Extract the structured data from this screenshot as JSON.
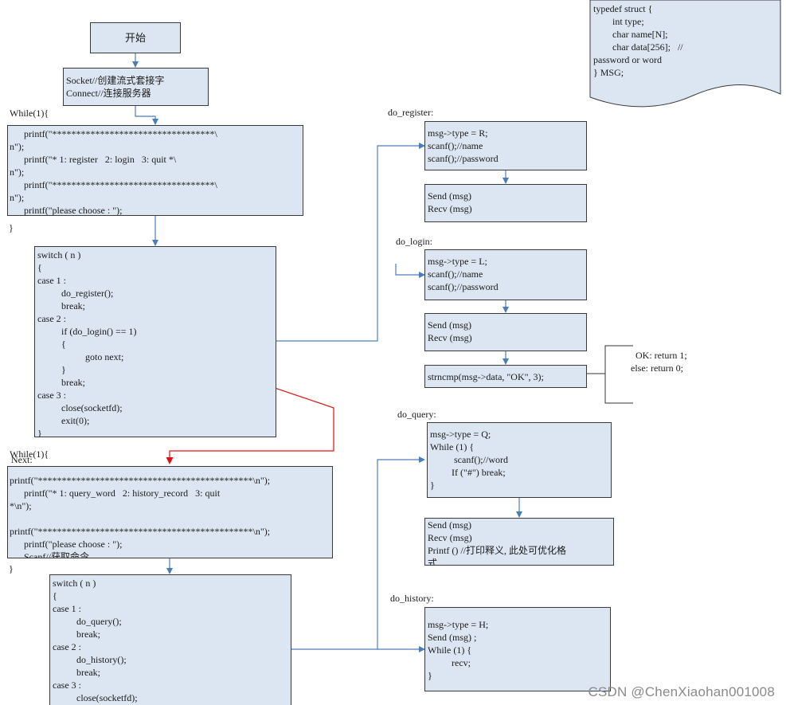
{
  "start": {
    "label": "开始"
  },
  "socket_box": {
    "text": "Socket//创建流式套接字\nConnect//连接服务器"
  },
  "loop1": {
    "header": "While(1){",
    "body": "      printf(\"**********************************\\\nn\");\n      printf(\"* 1: register   2: login   3: quit *\\\nn\");\n      printf(\"**********************************\\\nn\");\n      printf(\"please choose : \");\n      Scanf//获取命令",
    "close": "}"
  },
  "switch1": {
    "text": "switch ( n )\n{\ncase 1 :\n          do_register();\n          break;\ncase 2 :\n          if (do_login() == 1)\n          {\n                    goto next;\n          }\n          break;\ncase 3 :\n          close(socketfd);\n          exit(0);\n}"
  },
  "loop2": {
    "header": "While(1){",
    "next_label": "Next:",
    "body": "printf(\"*********************************************\\n\");\n      printf(\"* 1: query_word   2: history_record   3: quit\n*\\n\");\n\nprintf(\"*********************************************\\n\");\n      printf(\"please choose : \");\n      Scanf//获取命令",
    "close": "}"
  },
  "switch2": {
    "text": "switch ( n )\n{\ncase 1 :\n          do_query();\n          break;\ncase 2 :\n          do_history();\n          break;\ncase 3 :\n          close(socketfd);"
  },
  "struct_doc": {
    "text": "typedef struct {\n        int type;\n        char name[N];\n        char data[256];   //\npassword or word\n} MSG;"
  },
  "do_register": {
    "label": "do_register:",
    "box1": "msg->type = R;\nscanf();//name\nscanf();//password",
    "box2": "Send (msg)\nRecv (msg)"
  },
  "do_login": {
    "label": "do_login:",
    "box1": "msg->type = L;\nscanf();//name\nscanf();//password",
    "box2": "Send (msg)\nRecv (msg)",
    "box3": "strncmp(msg->data, \"OK\", 3);",
    "note": "  OK: return 1;\nelse: return 0;"
  },
  "do_query": {
    "label": "do_query:",
    "box1": "msg->type = Q;\nWhile (1) {\n          scanf();//word\n         If (\"#\") break;\n}",
    "box2": "Send (msg)\nRecv (msg)\nPrintf () //打印释义, 此处可优化格\n式"
  },
  "do_history": {
    "label": "do_history:",
    "box1": "msg->type = H;\nSend (msg) ;\nWhile (1) {\n          recv;\n}"
  },
  "colors": {
    "box_fill": "#dce6f2",
    "arrow_blue": "#4a7ebb",
    "arrow_red": "#e01010",
    "border": "#3a3a3a"
  },
  "watermark": "CSDN @ChenXiaohan001008"
}
